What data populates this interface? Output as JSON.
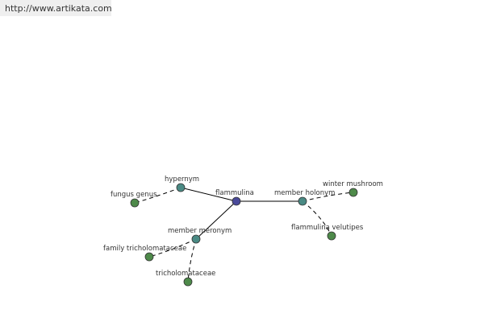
{
  "header": {
    "url": "http://www.artikata.com"
  },
  "colors": {
    "center_node": "#4a4a9a",
    "relation_node": "#4a8a84",
    "leaf_node": "#4e8a4a"
  },
  "graph": {
    "center": {
      "label": "flammulina"
    },
    "relations": [
      {
        "label": "hypernym"
      },
      {
        "label": "member holonym"
      },
      {
        "label": "member meronym"
      }
    ],
    "leaves": [
      {
        "label": "fungus genus"
      },
      {
        "label": "winter mushroom"
      },
      {
        "label": "flammulina velutipes"
      },
      {
        "label": "family tricholomataceae"
      },
      {
        "label": "tricholomataceae"
      }
    ]
  }
}
